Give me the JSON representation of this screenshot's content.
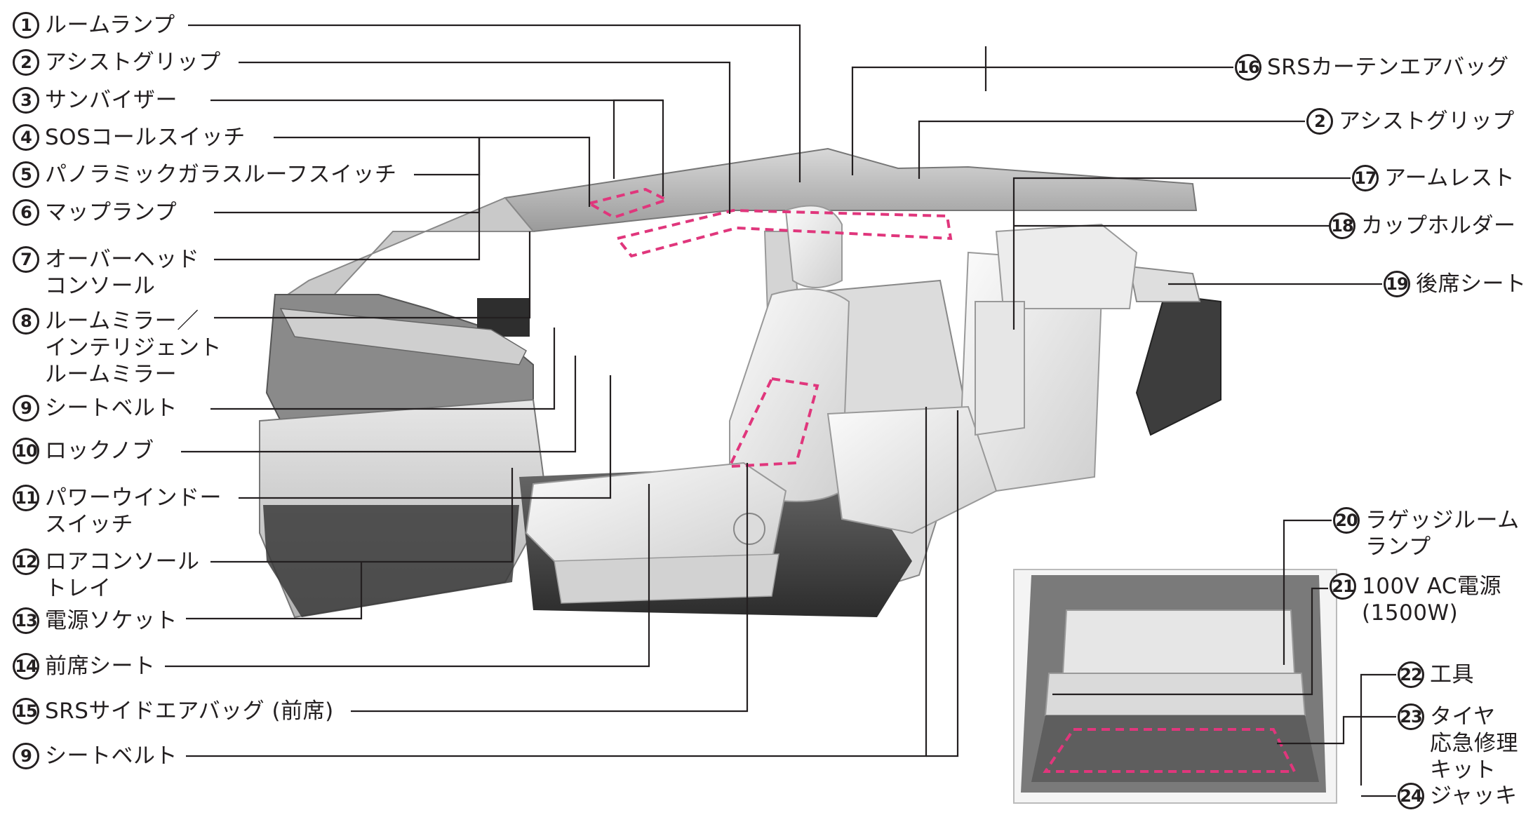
{
  "left_callouts": [
    {
      "num": "1",
      "label": "ルームランプ"
    },
    {
      "num": "2",
      "label": "アシストグリップ"
    },
    {
      "num": "3",
      "label": "サンバイザー"
    },
    {
      "num": "4",
      "label": "SOSコールスイッチ"
    },
    {
      "num": "5",
      "label": "パノラミックガラスルーフスイッチ"
    },
    {
      "num": "6",
      "label": "マップランプ"
    },
    {
      "num": "7",
      "label": "オーバーヘッド\nコンソール"
    },
    {
      "num": "8",
      "label": "ルームミラー／\nインテリジェント\nルームミラー"
    },
    {
      "num": "9",
      "label": "シートベルト"
    },
    {
      "num": "10",
      "label": "ロックノブ"
    },
    {
      "num": "11",
      "label": "パワーウインドー\nスイッチ"
    },
    {
      "num": "12",
      "label": "ロアコンソール\nトレイ"
    },
    {
      "num": "13",
      "label": "電源ソケット"
    },
    {
      "num": "14",
      "label": "前席シート"
    },
    {
      "num": "15",
      "label": "SRSサイドエアバッグ (前席)"
    },
    {
      "num": "9",
      "label": "シートベルト"
    }
  ],
  "right_callouts": [
    {
      "num": "16",
      "label": "SRSカーテンエアバッグ"
    },
    {
      "num": "2",
      "label": "アシストグリップ"
    },
    {
      "num": "17",
      "label": "アームレスト"
    },
    {
      "num": "18",
      "label": "カップホルダー"
    },
    {
      "num": "19",
      "label": "後席シート"
    }
  ],
  "inset_callouts": [
    {
      "num": "20",
      "label": "ラゲッジルーム\nランプ"
    },
    {
      "num": "21",
      "label": "100V AC電源\n(1500W)"
    },
    {
      "num": "22",
      "label": "工具"
    },
    {
      "num": "23",
      "label": "タイヤ\n応急修理\nキット"
    },
    {
      "num": "24",
      "label": "ジャッキ"
    }
  ],
  "colors": {
    "line": "#231f20",
    "airbag_dash": "#e0367c",
    "interior_light": "#e9e9e9",
    "interior_mid": "#bdbdbd",
    "interior_dark": "#5a5a5a"
  }
}
